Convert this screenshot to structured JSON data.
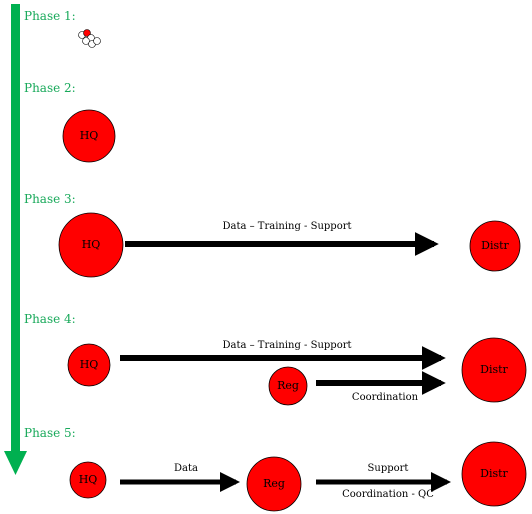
{
  "colors": {
    "phase_text": "#18a95a",
    "timeline": "#00b050",
    "node_fill": "#ff0000",
    "node_stroke": "#000000",
    "arrow": "#000000",
    "small_dot_red": "#ff0000",
    "small_dot_white": "#ffffff"
  },
  "phases": [
    {
      "label": "Phase 1:"
    },
    {
      "label": "Phase 2:",
      "nodes": [
        "HQ"
      ]
    },
    {
      "label": "Phase 3:",
      "nodes": [
        "HQ",
        "Distr"
      ],
      "arrows": [
        "Data – Training - Support"
      ]
    },
    {
      "label": "Phase 4:",
      "nodes": [
        "HQ",
        "Reg",
        "Distr"
      ],
      "arrows": [
        "Data – Training - Support",
        "Coordination"
      ]
    },
    {
      "label": "Phase 5:",
      "nodes": [
        "HQ",
        "Reg",
        "Distr"
      ],
      "arrows": [
        "Data",
        "Support",
        "Coordination - QC"
      ]
    }
  ]
}
